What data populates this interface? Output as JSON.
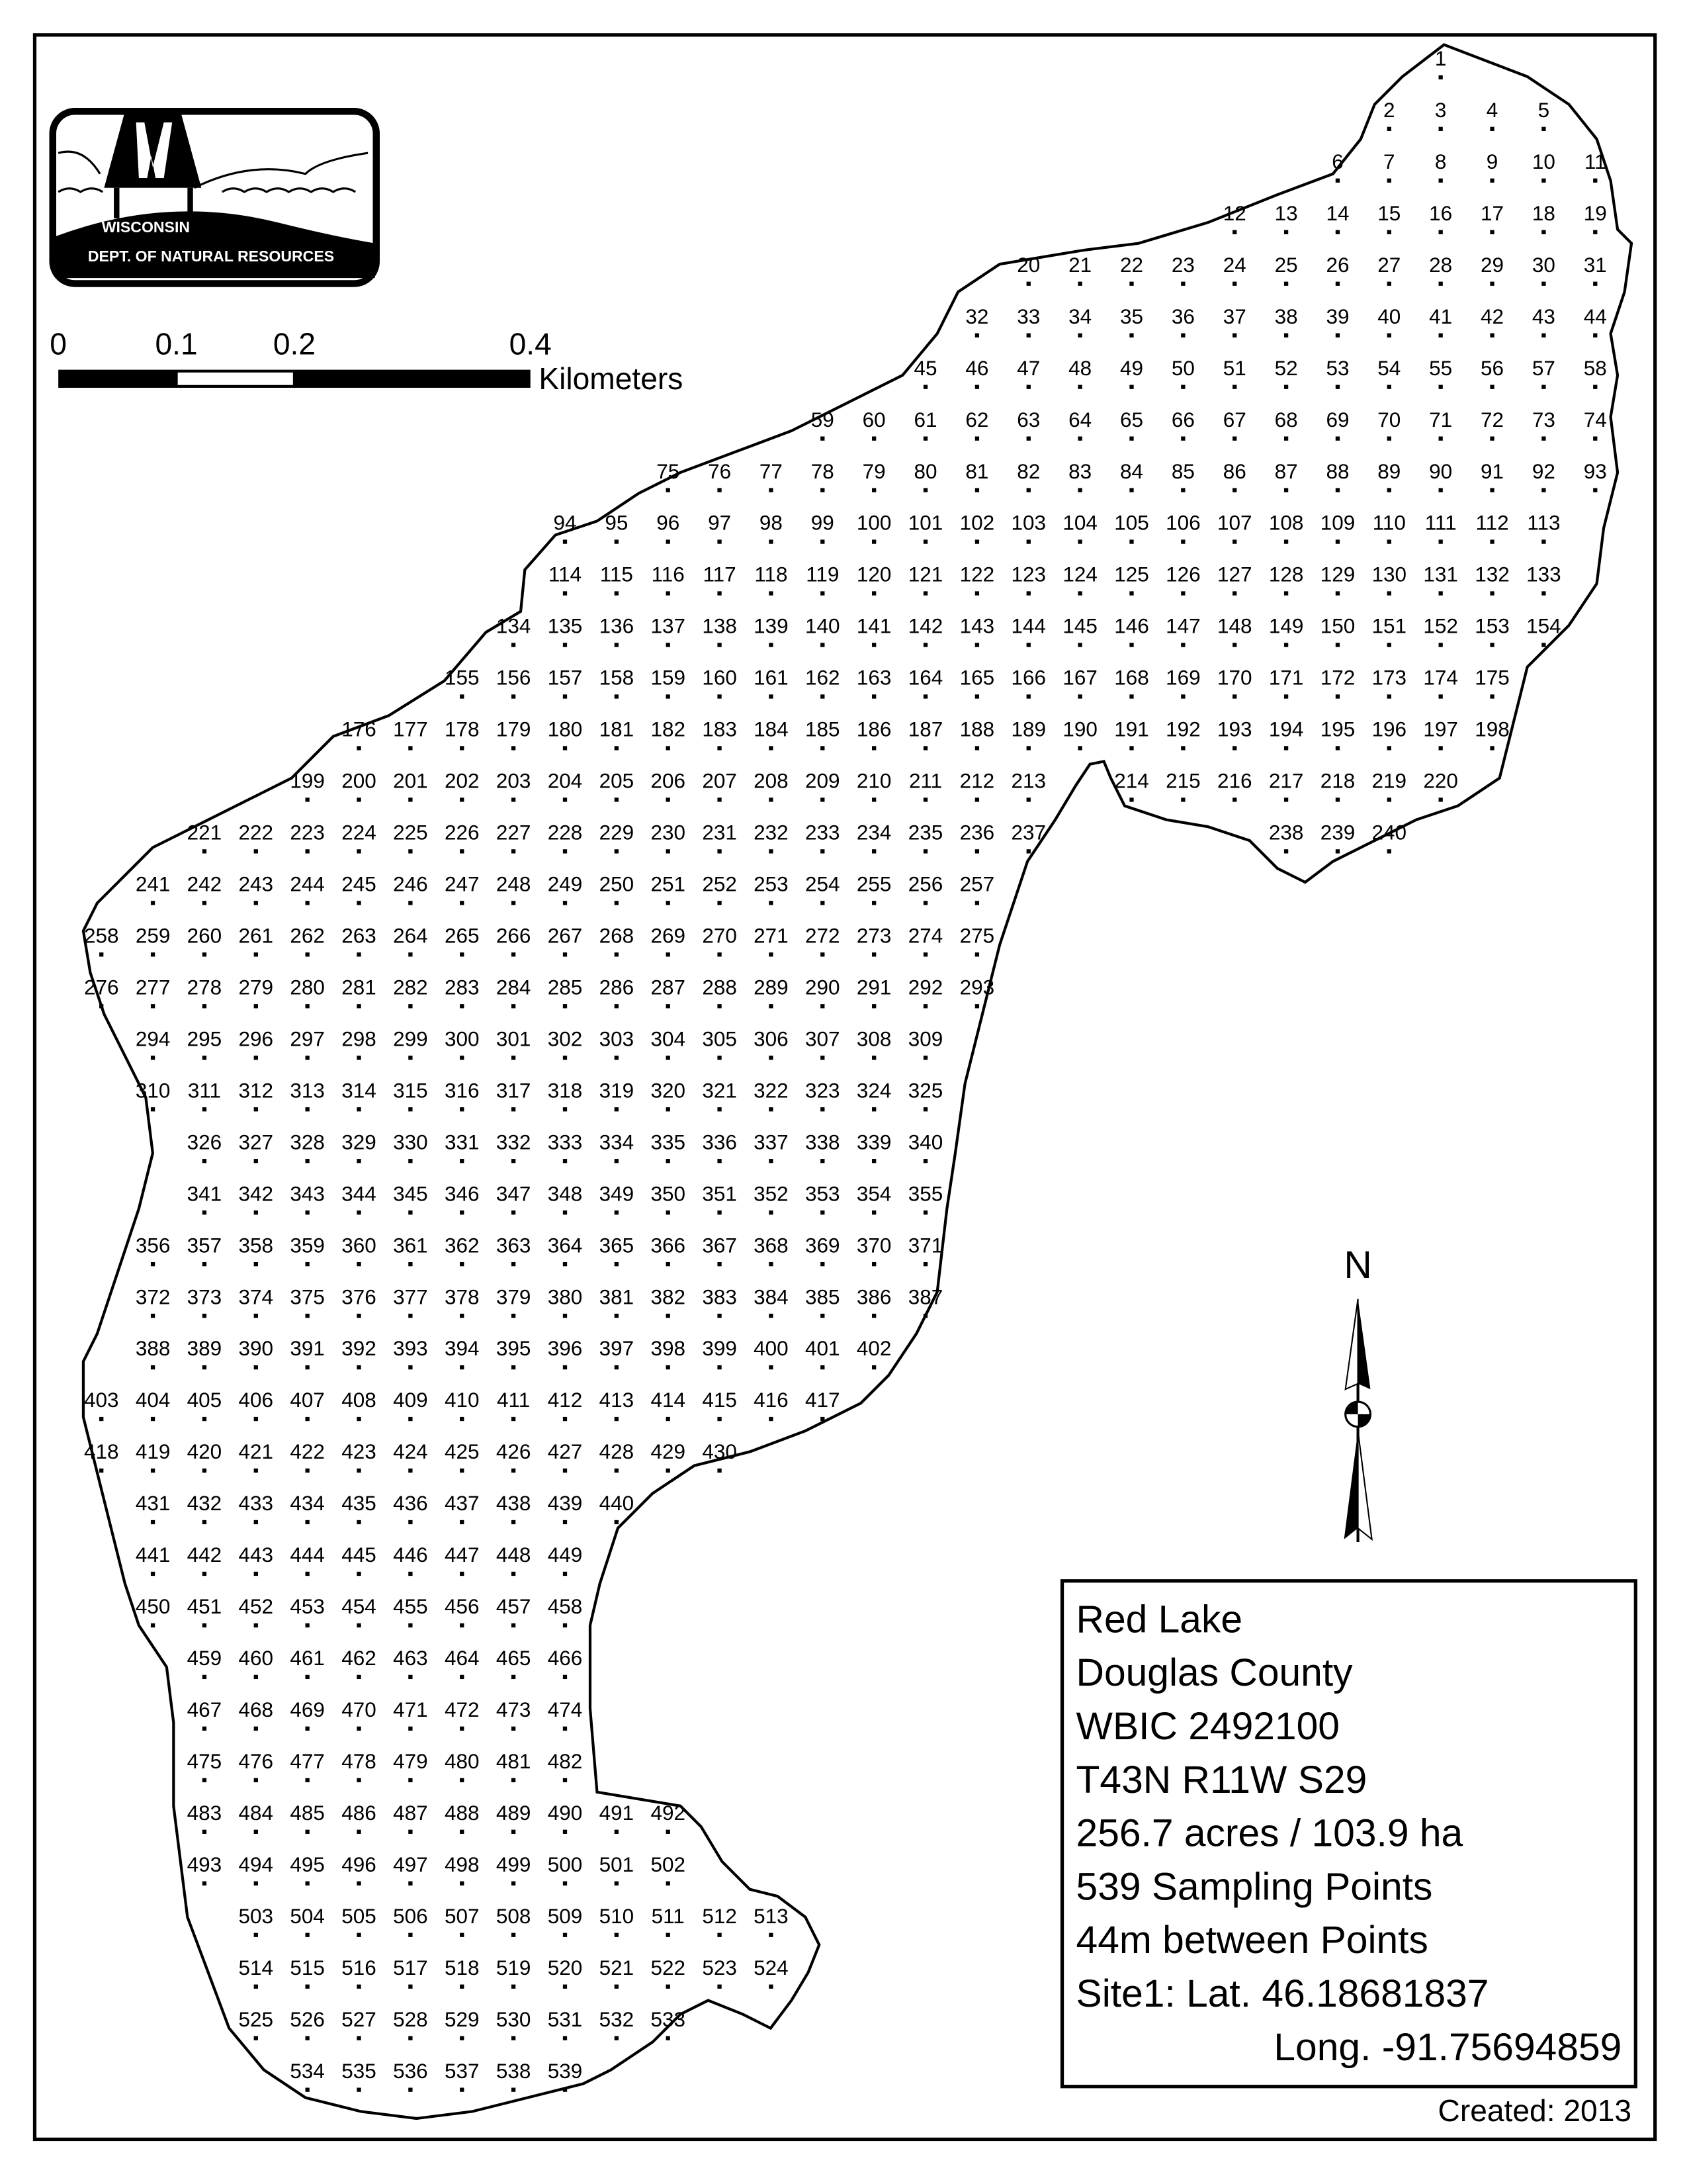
{
  "logo": {
    "line1": "WISCONSIN",
    "line2": "DEPT. OF NATURAL RESOURCES"
  },
  "scale_bar": {
    "ticks": [
      "0",
      "0.1",
      "0.2",
      "0.4"
    ],
    "tick_values": [
      0,
      0.1,
      0.2,
      0.4
    ],
    "unit": "Kilometers"
  },
  "north_arrow": {
    "label": "N"
  },
  "info_box": {
    "lines": [
      "Red Lake",
      "Douglas County",
      "WBIC 2492100",
      "T43N R11W S29",
      "256.7 acres / 103.9 ha",
      "539 Sampling Points",
      "44m between Points",
      "Site1: Lat. 46.18681837",
      "Long. -91.75694859"
    ]
  },
  "created": "Created: 2013",
  "sampling_points": {
    "total": 539,
    "rows": [
      [
        {
          "col": 26,
          "first": 1,
          "last": 1
        }
      ],
      [
        {
          "col": 25,
          "first": 2,
          "last": 5
        }
      ],
      [
        {
          "col": 24,
          "first": 6,
          "last": 11
        }
      ],
      [
        {
          "col": 22,
          "first": 12,
          "last": 19
        }
      ],
      [
        {
          "col": 18,
          "first": 20,
          "last": 31
        }
      ],
      [
        {
          "col": 17,
          "first": 32,
          "last": 44
        }
      ],
      [
        {
          "col": 16,
          "first": 45,
          "last": 58
        }
      ],
      [
        {
          "col": 14,
          "first": 59,
          "last": 74
        }
      ],
      [
        {
          "col": 11,
          "first": 75,
          "last": 93
        }
      ],
      [
        {
          "col": 9,
          "first": 94,
          "last": 113
        }
      ],
      [
        {
          "col": 9,
          "first": 114,
          "last": 133
        }
      ],
      [
        {
          "col": 8,
          "first": 134,
          "last": 154
        }
      ],
      [
        {
          "col": 7,
          "first": 155,
          "last": 175
        }
      ],
      [
        {
          "col": 5,
          "first": 176,
          "last": 198
        }
      ],
      [
        {
          "col": 4,
          "first": 199,
          "last": 213
        },
        {
          "col": 20,
          "first": 214,
          "last": 220
        }
      ],
      [
        {
          "col": 2,
          "first": 221,
          "last": 237
        },
        {
          "col": 23,
          "first": 238,
          "last": 240
        }
      ],
      [
        {
          "col": 1,
          "first": 241,
          "last": 257
        }
      ],
      [
        {
          "col": 0,
          "first": 258,
          "last": 275
        }
      ],
      [
        {
          "col": 0,
          "first": 276,
          "last": 293
        }
      ],
      [
        {
          "col": 1,
          "first": 294,
          "last": 309
        }
      ],
      [
        {
          "col": 1,
          "first": 310,
          "last": 325
        }
      ],
      [
        {
          "col": 2,
          "first": 326,
          "last": 340
        }
      ],
      [
        {
          "col": 2,
          "first": 341,
          "last": 355
        }
      ],
      [
        {
          "col": 1,
          "first": 356,
          "last": 371
        }
      ],
      [
        {
          "col": 1,
          "first": 372,
          "last": 387
        }
      ],
      [
        {
          "col": 1,
          "first": 388,
          "last": 402
        }
      ],
      [
        {
          "col": 0,
          "first": 403,
          "last": 417
        }
      ],
      [
        {
          "col": 0,
          "first": 418,
          "last": 430
        }
      ],
      [
        {
          "col": 1,
          "first": 431,
          "last": 440
        }
      ],
      [
        {
          "col": 1,
          "first": 441,
          "last": 449
        }
      ],
      [
        {
          "col": 1,
          "first": 450,
          "last": 458
        }
      ],
      [
        {
          "col": 2,
          "first": 459,
          "last": 466
        }
      ],
      [
        {
          "col": 2,
          "first": 467,
          "last": 474
        }
      ],
      [
        {
          "col": 2,
          "first": 475,
          "last": 482
        }
      ],
      [
        {
          "col": 2,
          "first": 483,
          "last": 492
        }
      ],
      [
        {
          "col": 2,
          "first": 493,
          "last": 502
        }
      ],
      [
        {
          "col": 3,
          "first": 503,
          "last": 513
        }
      ],
      [
        {
          "col": 3,
          "first": 514,
          "last": 524
        }
      ],
      [
        {
          "col": 3,
          "first": 525,
          "last": 533
        }
      ],
      [
        {
          "col": 4,
          "first": 534,
          "last": 539
        }
      ]
    ]
  }
}
